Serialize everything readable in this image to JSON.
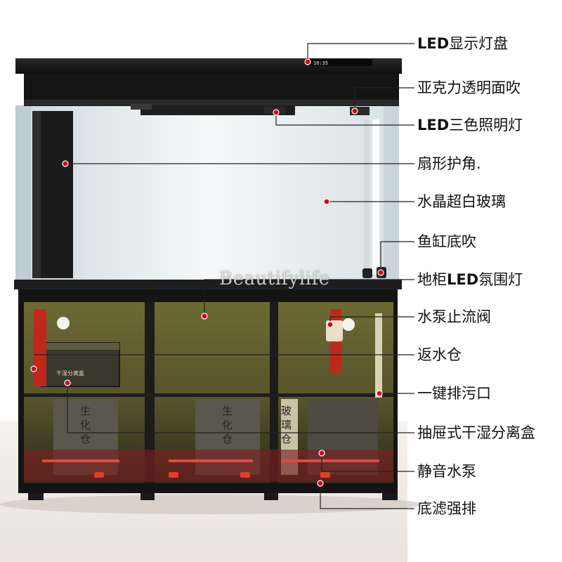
{
  "watermark": "Beautifylife",
  "product": {
    "display_readout": "10:35",
    "cabinet_labels": [
      {
        "line1": "生",
        "line2": "化",
        "line3": "仓"
      },
      {
        "line1": "生",
        "line2": "化",
        "line3": "仓"
      },
      {
        "line1": "玻",
        "line2": "璃",
        "line3": "仓"
      }
    ],
    "drawer_label": "干湿分离盒"
  },
  "callouts": [
    {
      "prefix": "LED",
      "text": "显示灯盘"
    },
    {
      "prefix": "",
      "text": "亚克力透明面吹"
    },
    {
      "prefix": "LED",
      "text": "三色照明灯"
    },
    {
      "prefix": "",
      "text": "扇形护角."
    },
    {
      "prefix": "",
      "text": "水晶超白玻璃"
    },
    {
      "prefix": "",
      "text": "鱼缸底吹"
    },
    {
      "prefix": "地柜",
      "text": "氛围灯",
      "mid": "LED"
    },
    {
      "prefix": "",
      "text": "水泵止流阀"
    },
    {
      "prefix": "",
      "text": "返水仓"
    },
    {
      "prefix": "",
      "text": "一键排污口"
    },
    {
      "prefix": "",
      "text": "抽屉式干湿分离盒"
    },
    {
      "prefix": "",
      "text": "静音水泵"
    },
    {
      "prefix": "",
      "text": "底滤强排"
    }
  ],
  "colors": {
    "frame": "#1c1c1c",
    "glass": "#e6ecef",
    "cabinet_glow": "#5a5a2a",
    "marker": "#d6001c",
    "leader": "#222222"
  }
}
